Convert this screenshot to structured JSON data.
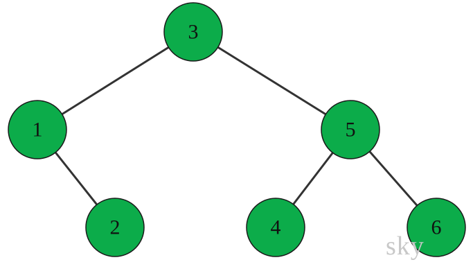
{
  "tree": {
    "node_color": "#0cac4a",
    "edge_color": "#333333",
    "nodes": [
      {
        "id": "n3",
        "label": "3"
      },
      {
        "id": "n1",
        "label": "1"
      },
      {
        "id": "n5",
        "label": "5"
      },
      {
        "id": "n2",
        "label": "2"
      },
      {
        "id": "n4",
        "label": "4"
      },
      {
        "id": "n6",
        "label": "6"
      }
    ],
    "edges": [
      {
        "from": "n3",
        "to": "n1"
      },
      {
        "from": "n3",
        "to": "n5"
      },
      {
        "from": "n1",
        "to": "n2"
      },
      {
        "from": "n5",
        "to": "n4"
      },
      {
        "from": "n5",
        "to": "n6"
      }
    ]
  },
  "watermark": "sky"
}
